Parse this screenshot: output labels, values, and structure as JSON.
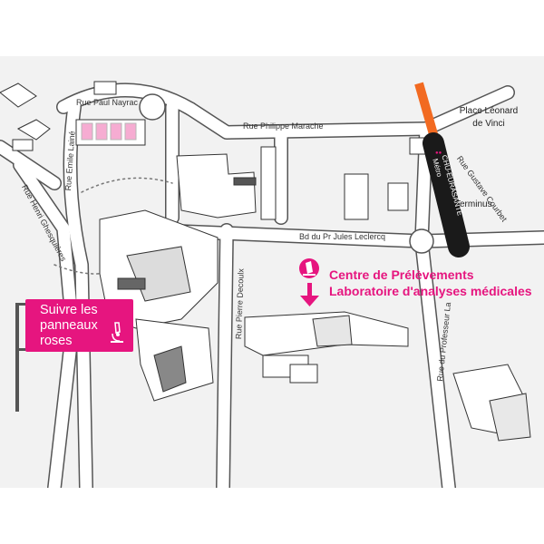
{
  "map": {
    "streets": {
      "paul_nayrac": "Rue Paul Nayrac",
      "philippe_marache": "Rue Philippe Marache",
      "emile_laine": "Rue Emile Lainé",
      "henri_ghesquieres": "Rue Henri Ghesquières",
      "jules_leclercq": "Bd du Pr Jules Leclercq",
      "pierre_decoulx": "Rue Pierre Decoulx",
      "professeur_la": "Rue du Professeur La",
      "gustave_courbet": "Rue Gustave Courbet"
    },
    "place_leonard": [
      "Place Léonard",
      "de Vinci"
    ],
    "terminus": "Terminus",
    "metro": {
      "line1": "Métro",
      "line2": "CHU-EURASANTÉ",
      "color_line": "#f26a21",
      "color_panel": "#1a1a1a",
      "color_text": "#ffffff"
    },
    "sign": {
      "lines": [
        "Suivre les",
        "panneaux",
        "roses"
      ],
      "icon": "microscope-icon"
    },
    "destination": {
      "line1": "Centre de Prélèvements",
      "line2": "Laboratoire d'analyses médicales",
      "icon": "microscope-icon",
      "arrow": "arrow-down-icon"
    },
    "colors": {
      "accent": "#e6157f",
      "road_edge": "#444444",
      "background": "#f2f2f2"
    }
  }
}
